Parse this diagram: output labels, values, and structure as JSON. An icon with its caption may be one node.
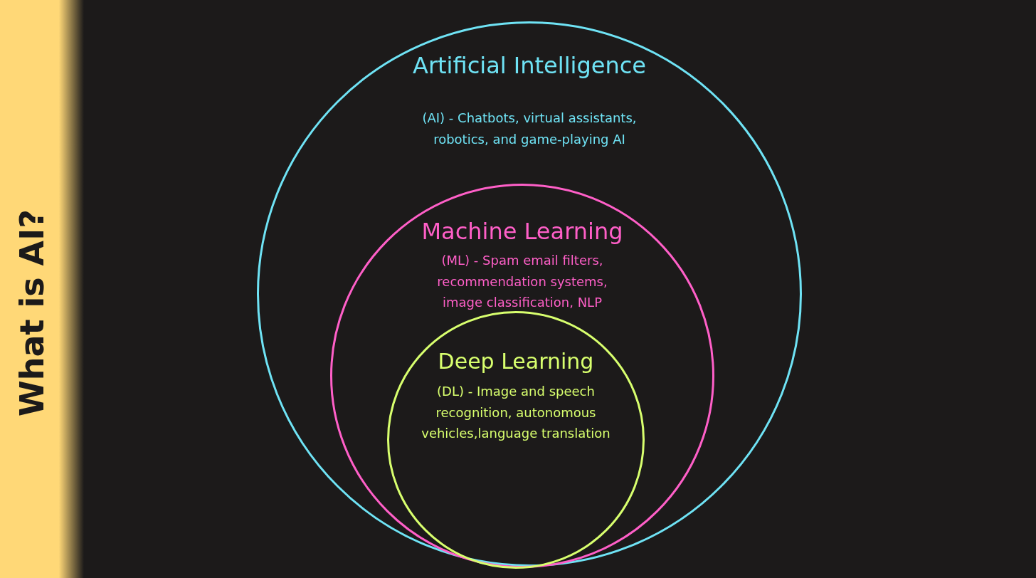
{
  "diagram": {
    "title": "What is AI?",
    "nodes": [
      {
        "text": [
          "Artificial Intelligence",
          "(AI) - Chatbots, virtual assistants, robotics, and game-playing AI"
        ]
      },
      {
        "text": [
          "Machine Learning",
          "(ML) - Spam email filters, recommendation systems, image classification, NLP"
        ],
        "in": 0
      },
      {
        "text": [
          "Deep Learning",
          "(DL) - Image and speech recognition, autonomous vehicles,language translation"
        ],
        "in": 1
      }
    ]
  }
}
